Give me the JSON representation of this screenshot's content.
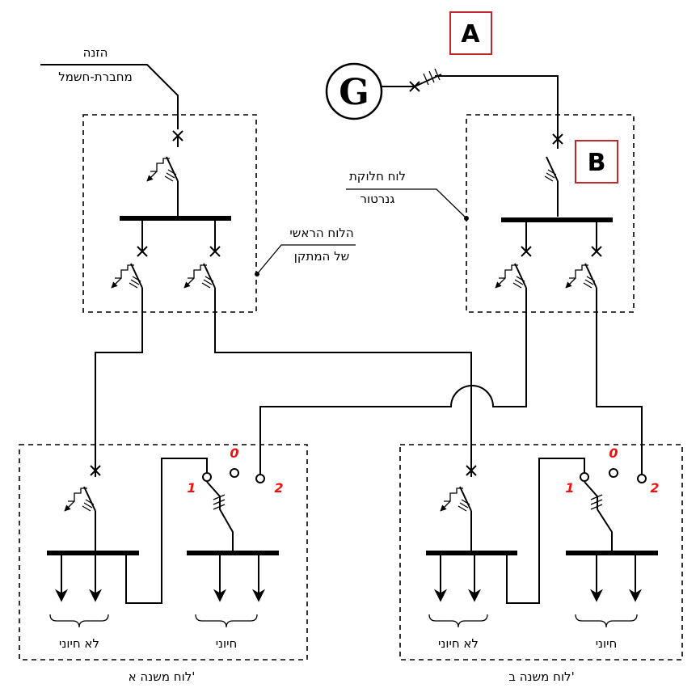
{
  "labels": {
    "feed_line1": "הזנה",
    "feed_line2": "מחברת-חשמל",
    "generator": "G",
    "box_a": "A",
    "box_b": "B",
    "gen_panel_line1": "לוח חלוקת",
    "gen_panel_line2": "גנרטור",
    "main_panel_line1": "הלוח הראשי",
    "main_panel_line2": "של המתקן",
    "subpanel_a_title": "לוח משנה א'",
    "subpanel_b_title": "לוח משנה ב'",
    "non_essential": "לא חיוני",
    "essential": "חיוני",
    "pos_0": "0",
    "pos_1": "1",
    "pos_2": "2"
  },
  "colors": {
    "line": "#000000",
    "box_border": "#c0282d",
    "switch_position": "#ee1111"
  }
}
